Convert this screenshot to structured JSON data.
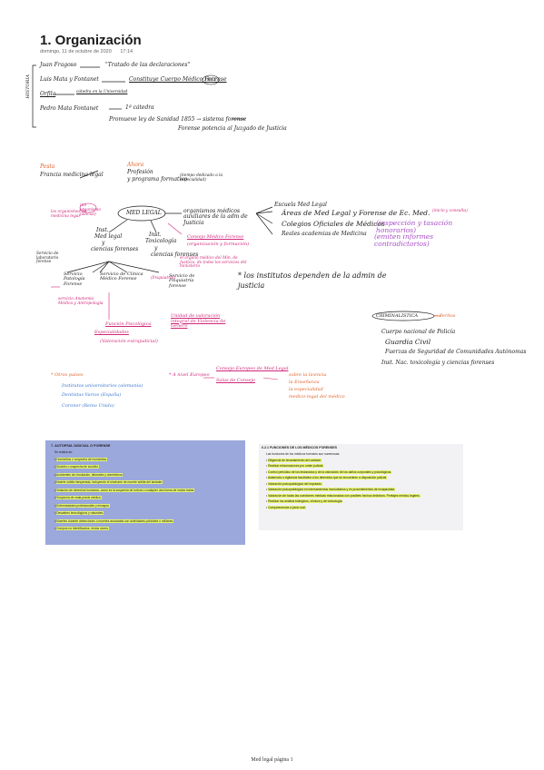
{
  "page": {
    "title": "1. Organización",
    "date": "domingo, 11 de octubre de 2020",
    "time": "17:14",
    "footer": "Med legal página 1"
  },
  "history": {
    "side_label": "HISTORIA",
    "rows": [
      {
        "author": "Juan Fragoso",
        "work": "\"Tratado de las declaraciones\""
      },
      {
        "author": "Luis Mata y Fontanet",
        "work": "Constituye Cuerpo Médico Forense",
        "badge": "1862"
      },
      {
        "author": "Orfila",
        "note": "cátedra en la Universidad"
      },
      {
        "author": "Pedro Mata Fontanet",
        "work": "1ª cátedra"
      }
    ],
    "law_line": "Promueve ley de Sanidad 1855 → sistema forense",
    "law_line2": "Forense potencia al Juzgado de Justicia"
  },
  "francia": {
    "label_top": "Pesta",
    "label_top2": "Francia medicina legal",
    "arrow_target_top": "Ahora",
    "target1": "Profesión",
    "target2": "y programa formativo",
    "target_note": "(tiempo dedicado a la especialidad)"
  },
  "mindmap": {
    "center": "MED LEGAL",
    "center_note": "(no organismo judicial)",
    "left_note": "los organismos de medicina legal",
    "org_line": "organismos médicos auxiliares de la adm de Justicia",
    "right_items": [
      "Escuela Med Legal",
      "Áreas de Med Legal y Forense de Ec. Med.",
      "Colegios Oficiales de Médicos",
      "Reales academias de Medicina"
    ],
    "right_notes": [
      "(inicio y consulta)",
      "(inspección y tasación honorarios)",
      "(emiten informes contradictorios)"
    ],
    "left_branch": [
      "Inst.",
      "Med legal",
      "y",
      "ciencias forenses"
    ],
    "mid_branch": [
      "Inst.",
      "Toxicología",
      "y",
      "ciencias forenses"
    ],
    "consejo": "Consejo Médico Forense",
    "consejo_sub": "(organización y formación)",
    "toxi_note": "el órgano médico del Min. de Justicia, de todos los servicios del ministerio",
    "sub_nodes": [
      "Servicio de laboratorio forense",
      "Servicio Patología Forense",
      "Servicio de Clínica Médico Forense",
      "Servicio de Psiquiatría forense"
    ],
    "servicio_notes": [
      "(Psiquiatría)",
      "servicio Anatomía Médica y Antropología"
    ],
    "pink_notes": [
      "Función Psicológica",
      "Especialidades",
      "(Valoración extrajudicial)"
    ],
    "pink_mid": "Unidad de valoración integral de Violencia de Género",
    "asterisk": "* los institutos dependen de la admin de justicia",
    "crim": "CRIMINALÍSTICA",
    "crim_note": "→ Peritos",
    "crim_list": [
      "Cuerpo nacional de Policía",
      "Guardia Civil",
      "Fuerzas de Seguridad de Comunidades Autónomas",
      "Inst. Nac. toxicología y ciencias forenses"
    ],
    "europe": "* A nivel Europeo",
    "europe_link": "Consejo Europeo de Med Legal",
    "europe_sub": "Salas de Consejo",
    "europe_right": [
      "sobre la licencia",
      "la Enseñanza",
      "la especialidad",
      "medico-legal del médico"
    ],
    "usa": "* Otros países",
    "usa_list": [
      "Institutos universitarios (alemania)",
      "Dentistas Varios (España)",
      "Coroner (Reino Unido)"
    ]
  },
  "doc_left": {
    "title": "7. AUTOPSIA JUDICIAL O FORENSE",
    "intro": "Se realiza en:",
    "items": [
      "Homicidios o sospecha de homicidios.",
      "Suicidio o sospecha de suicidio.",
      "Accidentes de circulación, laborales y domésticos.",
      "Muerte súbita inesperada, incluyendo el síndrome de muerte súbita del lactante.",
      "Violación de derechos humanos, como es la sospecha de tortura o cualquier otra forma de malos tratos.",
      "Sospecha de mala praxis médica.",
      "Enfermedades profesionales y ensayos.",
      "Desastres tecnológicos y naturales.",
      "Muertes durante detenciones o muertes asociadas con actividades policiales o militares.",
      "Cuerpos no identificados, restos óseos."
    ]
  },
  "doc_right": {
    "title": "6.2.1 FUNCIONES DE LOS MÉDICOS FORENSES",
    "intro": "Las funciones de los médicos forenses son numerosas:",
    "items": [
      "Diligencia de levantamiento del cadáver.",
      "Realizar exhumaciones por orden judicial.",
      "Control periódico de los lesionados y de la valoración de los daños corporales y psicológicos.",
      "Asistencia o vigilancia facultativa a los detenidos que se encuentren a disposición judicial.",
      "Valoración psicopatológica del imputado.",
      "Valoración psicopatológica en internamientos involuntarios y en procedimientos de incapacidad.",
      "Valoración de todas las cuestiones médicas relacionadas con posibles hechos delictivos. Peritajes médico-legales.",
      "Realizar los análisis biológicos, clínicos y de toxicología.",
      "Comparecencia a juicio oral."
    ]
  },
  "colors": {
    "ink": "#1b1b1b",
    "orange": "#e2622a",
    "magenta": "#d0287a",
    "purple": "#a84fc7",
    "blue": "#3d78cf",
    "highlight": "#e7f56a"
  }
}
